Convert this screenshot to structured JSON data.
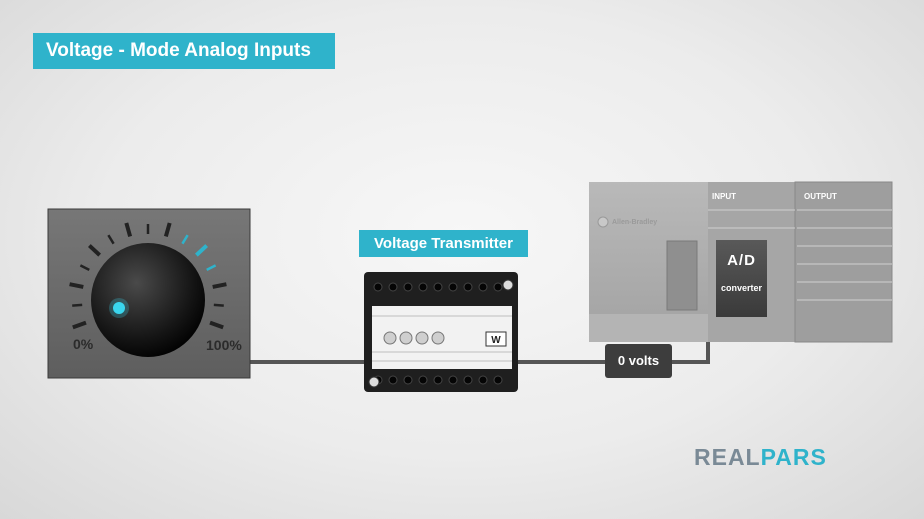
{
  "title": "Voltage - Mode Analog Inputs",
  "dial": {
    "min_label": "0%",
    "max_label": "100%",
    "level_fraction": 0.0
  },
  "transmitter": {
    "label": "Voltage Transmitter",
    "badge": "W"
  },
  "signal": {
    "value_label": "0 volts"
  },
  "plc": {
    "brand": "Allen-Bradley",
    "input_label": "INPUT",
    "output_label": "OUTPUT",
    "converter": {
      "title": "A/D",
      "subtitle": "converter"
    }
  },
  "logo": {
    "part1": "REAL",
    "part2": "PARS"
  },
  "colors": {
    "accent": "#2fb3cb",
    "dark": "#3d3d3d",
    "plc_gray": "#a9a9a9"
  }
}
